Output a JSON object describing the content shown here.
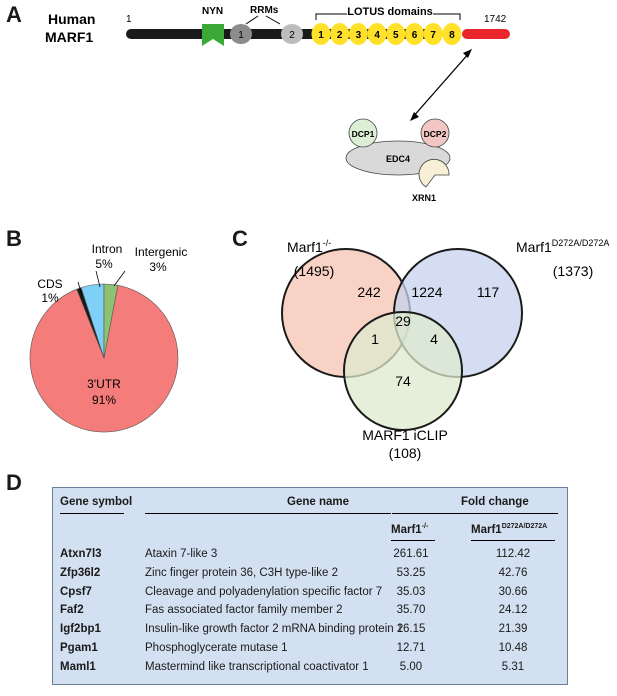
{
  "panel_letters": [
    "A",
    "B",
    "C",
    "D"
  ],
  "panel_a": {
    "protein_label_line1": "Human",
    "protein_label_line2": "MARF1",
    "start_residue": "1",
    "end_residue": "1742",
    "domain_labels": {
      "nyn": "NYN",
      "rrms": "RRMs",
      "lotus": "LOTUS domains"
    },
    "rrm_numbers": [
      "1",
      "2"
    ],
    "lotus_numbers": [
      "1",
      "2",
      "3",
      "4",
      "5",
      "6",
      "7",
      "8"
    ],
    "complex": {
      "dcp1": "DCP1",
      "dcp2": "DCP2",
      "edc4": "EDC4",
      "xrn1": "XRN1"
    },
    "colors": {
      "nyn": "#3aa935",
      "rrm": "#8c8c8c",
      "lotus": "#ffe12a",
      "c_term": "#e8262b",
      "backbone": "#1a1a1a"
    }
  },
  "panel_b": {
    "chart_data": {
      "type": "pie",
      "categories": [
        "3'UTR",
        "CDS",
        "Intron",
        "Intergenic"
      ],
      "values": [
        91,
        1,
        5,
        3
      ],
      "labels": [
        "3'UTR\n91%",
        "CDS\n1%",
        "Intron\n5%",
        "Intergenic\n3%"
      ],
      "colors": [
        "#f47c7a",
        "#1a1a1a",
        "#7fd0f7",
        "#8cc272"
      ]
    }
  },
  "panel_c": {
    "chart_data": {
      "type": "venn",
      "sets": [
        {
          "name": "Marf1",
          "superscript": "-/-",
          "total": "(1495)",
          "color": "#f5c3b2"
        },
        {
          "name": "Marf1",
          "superscript": "D272A/D272A",
          "total": "(1373)",
          "color": "#c6d2ec"
        },
        {
          "name": "MARF1 iCLIP",
          "superscript": "",
          "total": "(108)",
          "color": "#dde9cd"
        }
      ],
      "regions": {
        "a_only": "242",
        "ab": "1224",
        "b_only": "117",
        "abc": "29",
        "ac": "1",
        "bc": "4",
        "c_only": "74"
      }
    }
  },
  "panel_d": {
    "headers": {
      "symbol": "Gene symbol",
      "name": "Gene name",
      "fold": "Fold change"
    },
    "subheaders": [
      {
        "base": "Marf1",
        "sup": "-/-"
      },
      {
        "base": "Marf1",
        "sup": "D272A/D272A"
      }
    ],
    "rows": [
      {
        "symbol": "Atxn7l3",
        "name": "Ataxin 7-like 3",
        "fc1": "261.61",
        "fc2": "112.42"
      },
      {
        "symbol": "Zfp36l2",
        "name": "Zinc finger protein 36, C3H type-like 2",
        "fc1": "53.25",
        "fc2": "42.76"
      },
      {
        "symbol": "Cpsf7",
        "name": "Cleavage and polyadenylation specific factor 7",
        "fc1": "35.03",
        "fc2": "30.66"
      },
      {
        "symbol": "Faf2",
        "name": "Fas associated factor family member 2",
        "fc1": "35.70",
        "fc2": "24.12"
      },
      {
        "symbol": "Igf2bp1",
        "name": "Insulin-like growth factor 2 mRNA binding protein 2",
        "fc1": "16.15",
        "fc2": "21.39"
      },
      {
        "symbol": "Pgam1",
        "name": "Phosphoglycerate mutase 1",
        "fc1": "12.71",
        "fc2": "10.48"
      },
      {
        "symbol": "Maml1",
        "name": "Mastermind like transcriptional coactivator 1",
        "fc1": "5.00",
        "fc2": "5.31"
      }
    ]
  }
}
